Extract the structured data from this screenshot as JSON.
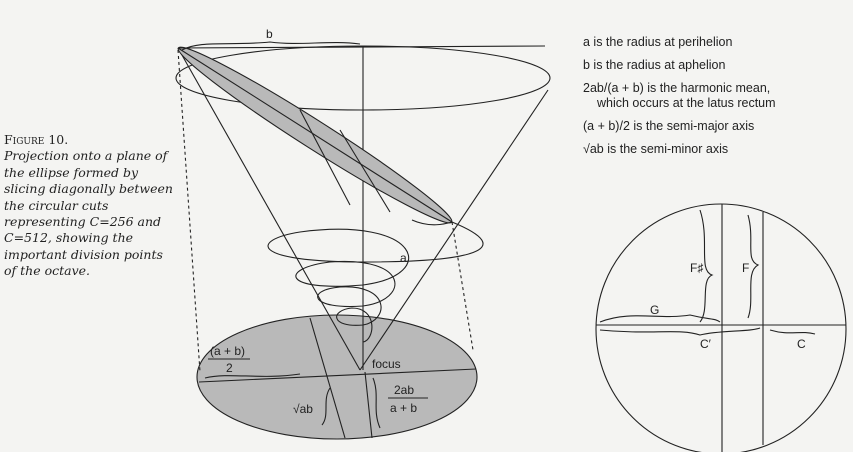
{
  "caption": {
    "figure_label": "Figure 10.",
    "text": "Projection onto a plane of the ellipse formed by slicing diagonally between the circular cuts representing C=256 and C=512, showing the important division points of the octave."
  },
  "legend": [
    "a is the radius at perihelion",
    "b is the radius at aphelion",
    "2ab/(a + b) is the harmonic mean,",
    "which occurs at the latus rectum",
    "(a + b)/2 is the semi-major axis",
    "√ab is the semi-minor axis"
  ],
  "cone_labels": {
    "b": "b",
    "a": "a",
    "focus": "focus",
    "semi_major_num": "(a + b)",
    "semi_major_den": "2",
    "sqrt_ab": "√ab",
    "harmonic_num": "2ab",
    "harmonic_den": "a + b"
  },
  "circle_labels": {
    "F_sharp": "F♯",
    "F": "F",
    "G": "G",
    "C_prime": "C′",
    "C": "C"
  },
  "colors": {
    "shade": "#b9b9b9",
    "ink": "#222222"
  }
}
